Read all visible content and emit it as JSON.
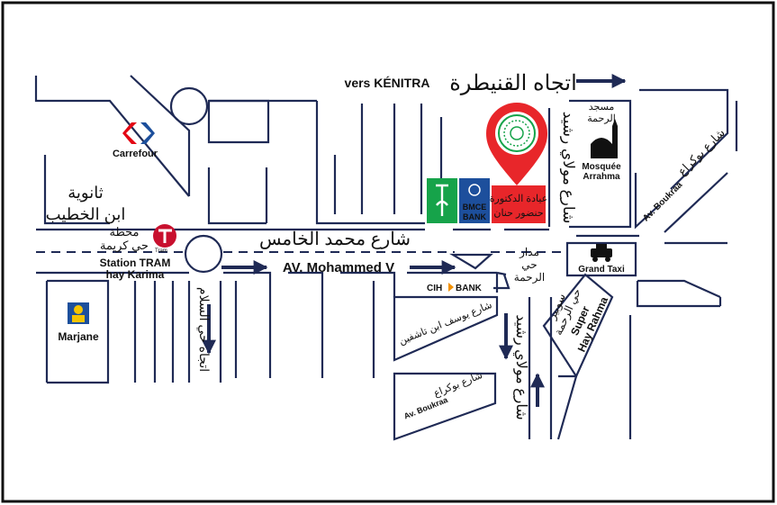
{
  "colors": {
    "road": "#1f2a55",
    "arrow": "#1f2a55",
    "pin": "#e8262a",
    "pharmacy": "#16a34a",
    "bmce": "#1d4f9c",
    "carrefour_red": "#e30613",
    "carrefour_blue": "#1c4f9c",
    "tram": "#c8102e"
  },
  "top_heading": {
    "fr": "vers KÉNITRA",
    "ar": "اتجاه القنيطرة"
  },
  "pois": {
    "carrefour": {
      "name": "Carrefour",
      "icon": "carrefour-logo-icon"
    },
    "school": {
      "line1": "ثانوية",
      "line2": "ابن الخطيب"
    },
    "tram": {
      "ar1": "محطة",
      "ar2": "حي كريمة",
      "fr1": "Station TRAM",
      "fr2": "hay Karima",
      "logo_text": "Tram",
      "icon": "tram-logo-icon"
    },
    "marjane": {
      "name": "Marjane",
      "icon": "marjane-logo-icon"
    },
    "clinic": {
      "ar1": "عيادة الدكتورة",
      "ar2": "حنضور حنان",
      "icon": "location-pin-icon"
    },
    "bmce": {
      "line1": "BMCE",
      "line2": "BANK"
    },
    "cih": {
      "name": "CIH",
      "bank": "BANK"
    },
    "roundabout": {
      "line1": "مدار",
      "line2": "حي",
      "line3": "الرحمة"
    },
    "mosque": {
      "ar1": "مسجد",
      "ar2": "الرحمة",
      "fr1": "Mosquée",
      "fr2": "Arrahma",
      "icon": "mosque-icon"
    },
    "grand_taxi": {
      "name": "Grand Taxi",
      "icon": "taxi-icon"
    },
    "super": {
      "ar1": "سوبير",
      "ar2": "حي الرحمة",
      "fr1": "Super",
      "fr2": "Hay Rahma"
    }
  },
  "streets": {
    "mohammed_v_ar": "شارع محمد الخامس",
    "mohammed_v_fr": "AV. Mohammed V",
    "youssef": "شارع يوسف ابن تاشفين",
    "boukraa_ar": "شارع بوكراع",
    "boukraa_fr": "Av. Boukraa",
    "moulay_rachid": "شارع مولاي رشيد",
    "salam": "اتجاه حي السلام"
  }
}
